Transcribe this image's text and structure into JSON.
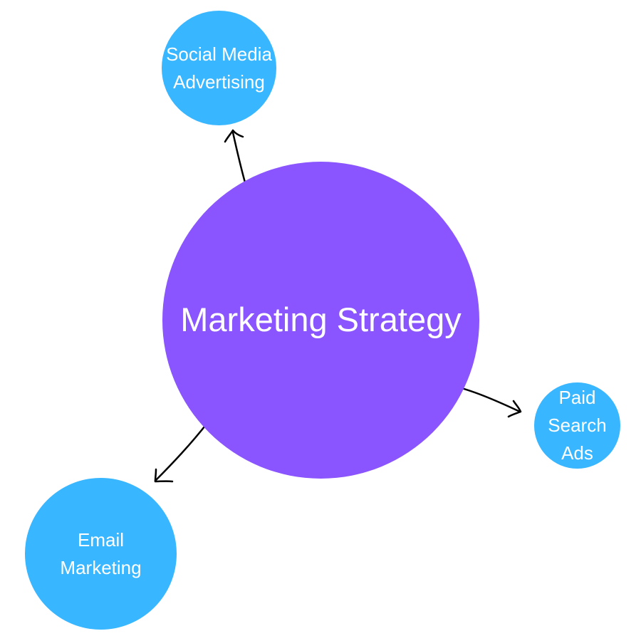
{
  "diagram": {
    "center": {
      "label": "Marketing Strategy",
      "color": "#8a55ff"
    },
    "branches": [
      {
        "label": "Social Media\nAdvertising",
        "color": "#38b6ff"
      },
      {
        "label": "Paid\nSearch\nAds",
        "color": "#38b6ff"
      },
      {
        "label": "Email\nMarketing",
        "color": "#38b6ff"
      }
    ],
    "connector_color": "#000000",
    "icons": {
      "arrow": "arrow-icon"
    }
  }
}
